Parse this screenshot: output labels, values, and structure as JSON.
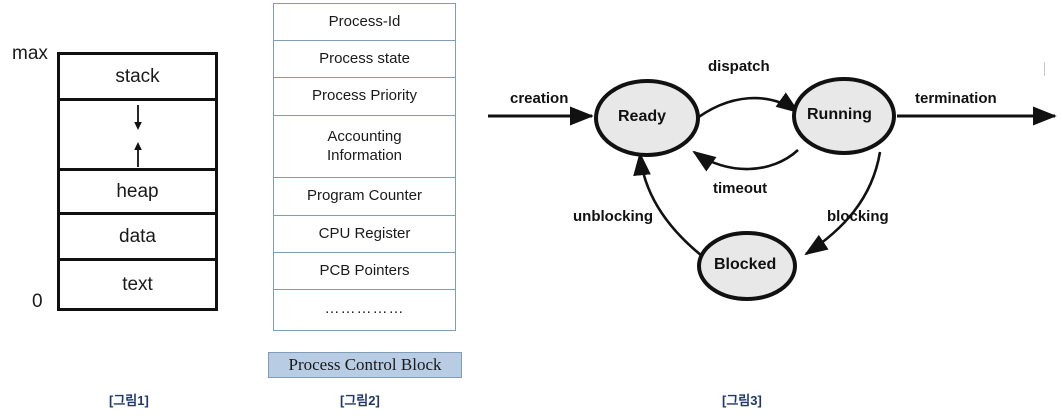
{
  "figure1": {
    "caption": "[그림1]",
    "axis_top_label": "max",
    "axis_bottom_label": "0",
    "segments": [
      {
        "name": "stack",
        "label": "stack"
      },
      {
        "name": "gap",
        "label": ""
      },
      {
        "name": "heap",
        "label": "heap"
      },
      {
        "name": "data",
        "label": "data"
      },
      {
        "name": "text",
        "label": "text"
      }
    ],
    "arrows": [
      {
        "name": "stack-grows-down",
        "direction": "down"
      },
      {
        "name": "heap-grows-up",
        "direction": "up"
      }
    ]
  },
  "figure2": {
    "caption": "[그림2]",
    "title_box_label": "Process Control Block",
    "title_box_fill": "#b8cce4",
    "border_color": "#7f9db9",
    "rows": [
      {
        "label": "Process-Id",
        "height_class": "pcb-h37"
      },
      {
        "label": "Process state",
        "height_class": "pcb-h37"
      },
      {
        "label": "Process Priority",
        "height_class": "pcb-h38"
      },
      {
        "label": "Accounting\nInformation",
        "height_class": "pcb-h62"
      },
      {
        "label": "Program Counter",
        "height_class": "pcb-h38"
      },
      {
        "label": "CPU Register",
        "height_class": "pcb-h37"
      },
      {
        "label": "PCB Pointers",
        "height_class": "pcb-h37"
      },
      {
        "label": "……………",
        "height_class": "pcb-h38"
      }
    ]
  },
  "figure3": {
    "caption": "[그림3]",
    "node_fill": "#e8e8e8",
    "node_stroke": "#111111",
    "states": [
      {
        "id": "ready",
        "label": "Ready"
      },
      {
        "id": "running",
        "label": "Running"
      },
      {
        "id": "blocked",
        "label": "Blocked"
      }
    ],
    "transitions": [
      {
        "id": "creation",
        "label": "creation",
        "from": "",
        "to": "ready"
      },
      {
        "id": "dispatch",
        "label": "dispatch",
        "from": "ready",
        "to": "running"
      },
      {
        "id": "timeout",
        "label": "timeout",
        "from": "running",
        "to": "ready"
      },
      {
        "id": "termination",
        "label": "termination",
        "from": "running",
        "to": ""
      },
      {
        "id": "blocking",
        "label": "blocking",
        "from": "running",
        "to": "blocked"
      },
      {
        "id": "unblocking",
        "label": "unblocking",
        "from": "blocked",
        "to": "ready"
      }
    ]
  }
}
